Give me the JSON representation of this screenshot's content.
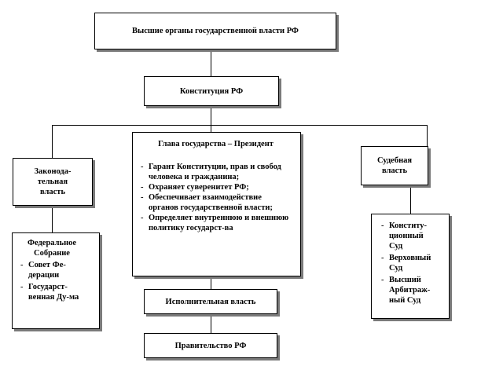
{
  "diagram": {
    "top": "Высшие органы государственной власти РФ",
    "constitution": "Конституция РФ",
    "legislative": {
      "title": "Законода-тельная власть"
    },
    "federal_assembly": {
      "title": "Федеральное Собрание",
      "items": [
        "Совет Фе-дерации",
        "Государст-венная Ду-ма"
      ]
    },
    "president": {
      "title": "Глава государства – Президент",
      "items": [
        "Гарант Конституции, прав и свобод человека и гражданина;",
        "Охраняет суверенитет РФ;",
        "Обеспечивает взаимодействие органов государственной власти;",
        "Определяет внутреннюю и внешнюю политику государст-ва"
      ]
    },
    "judicial": {
      "title": "Судебная власть",
      "items": [
        "Конститу-ционный Суд",
        "Верховный Суд",
        "Высший Арбитраж-ный Суд"
      ]
    },
    "executive": "Исполнительная власть",
    "government": "Правительство РФ"
  }
}
